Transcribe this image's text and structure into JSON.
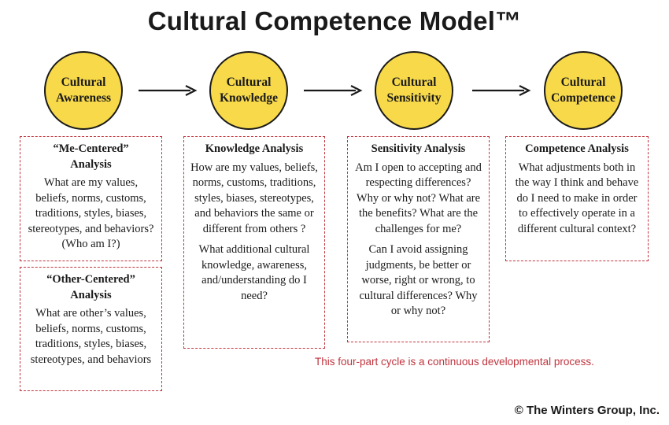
{
  "title": "Cultural Competence Model™",
  "stages": [
    {
      "line1": "Cultural",
      "line2": "Awareness"
    },
    {
      "line1": "Cultural",
      "line2": "Knowledge"
    },
    {
      "line1": "Cultural",
      "line2": "Sensitivity"
    },
    {
      "line1": "Cultural",
      "line2": "Competence"
    }
  ],
  "boxes": {
    "me_centered": {
      "heading1": "“Me-Centered”",
      "heading2": "Analysis",
      "body": "What are my values, beliefs, norms, customs, traditions, styles, biases, stereotypes, and behaviors? (Who am I?)"
    },
    "other_centered": {
      "heading1": "“Other-Centered”",
      "heading2": "Analysis",
      "body": "What are other’s values, beliefs, norms, customs, traditions, styles, biases, stereotypes, and behaviors"
    },
    "knowledge": {
      "heading": "Knowledge Analysis",
      "body1": "How are my values, beliefs, norms, customs, traditions, styles, biases, stereotypes, and behaviors the same or different from others ?",
      "body2": "What additional cultural knowledge, awareness, and/understanding do I need?"
    },
    "sensitivity": {
      "heading": "Sensitivity Analysis",
      "body1": "Am I open to accepting and respecting differences? Why or why not?  What are the benefits? What are the challenges for me?",
      "body2": "Can I avoid assigning judgments, be better or worse, right or wrong, to cultural differences? Why or why not?"
    },
    "competence": {
      "heading": "Competence Analysis",
      "body": "What adjustments both in the way I think and behave do I need to make in order to effectively operate in a different cultural context?"
    }
  },
  "note": "This four-part cycle is a continuous developmental process.",
  "copyright": "© The Winters Group, Inc.",
  "colors": {
    "circle_fill": "#f7d94a",
    "dashed_border": "#c0343e",
    "note_text": "#c0343e",
    "text": "#1a1a1a"
  }
}
